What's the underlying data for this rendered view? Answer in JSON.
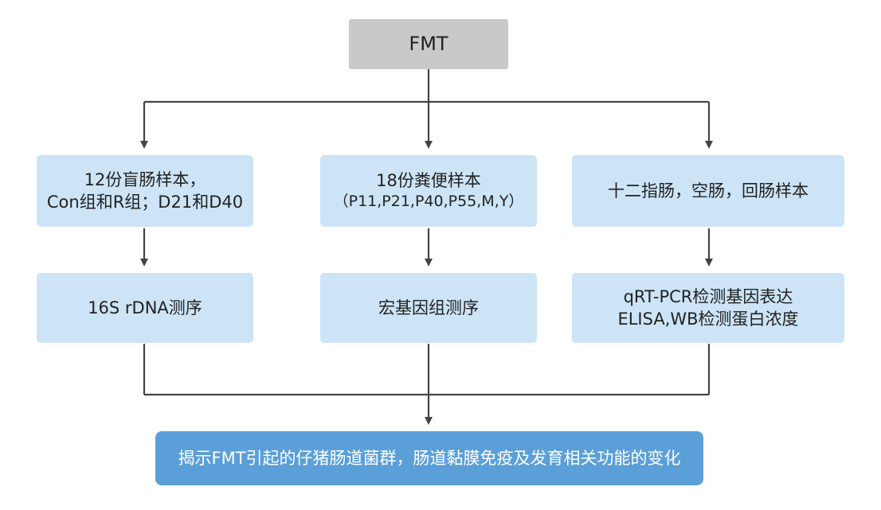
{
  "root": {
    "label": "FMT"
  },
  "branches": [
    {
      "sample": {
        "line1": "12份盲肠样本，",
        "line2": "Con组和R组；D21和D40"
      },
      "method": {
        "line1": "16S rDNA测序",
        "line2": ""
      }
    },
    {
      "sample": {
        "line1": "18份粪便样本",
        "line2": "（P11,P21,P40,P55,M,Y）"
      },
      "method": {
        "line1": "宏基因组测序",
        "line2": ""
      }
    },
    {
      "sample": {
        "line1": "十二指肠，空肠，回肠样本",
        "line2": ""
      },
      "method": {
        "line1": "qRT-PCR检测基因表达",
        "line2": "ELISA,WB检测蛋白浓度"
      }
    }
  ],
  "result": {
    "label": "揭示FMT引起的仔猪肠道菌群，肠道黏膜免疫及发育相关功能的变化"
  },
  "colors": {
    "root_fill": "#c9c9c9",
    "box_fill": "#cce4f6",
    "result_fill": "#5b9fd8",
    "connector": "#444444"
  }
}
